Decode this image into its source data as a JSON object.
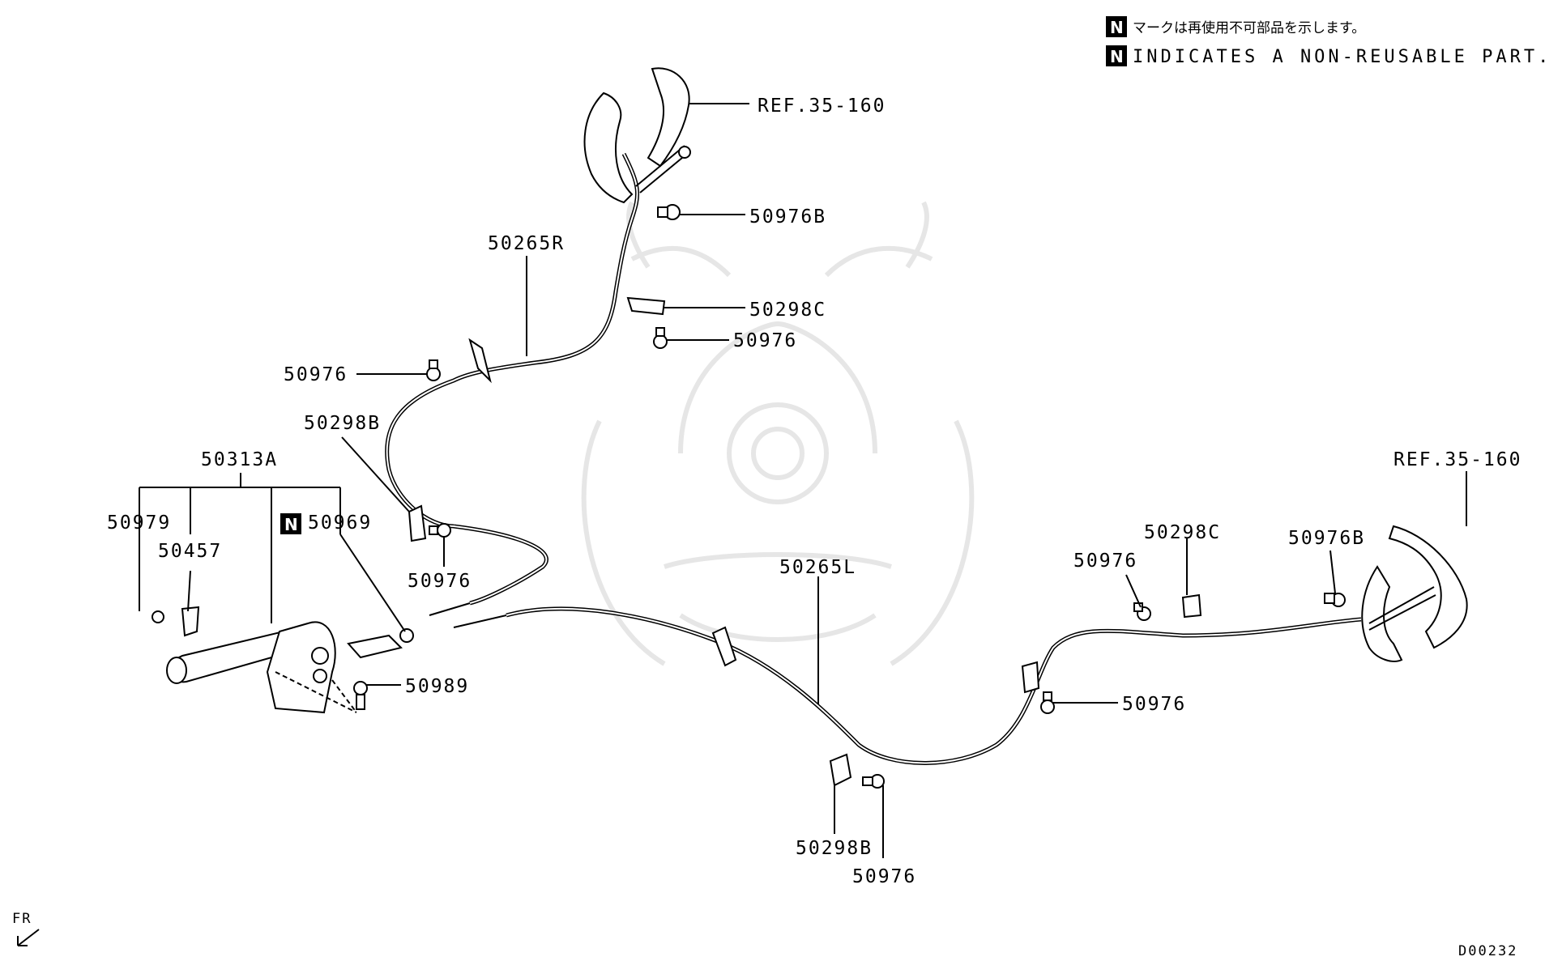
{
  "legend": {
    "badge": "N",
    "line_jp": "マークは再使用不可部品を示します。",
    "line_en": "INDICATES A NON-REUSABLE PART."
  },
  "labels": {
    "ref_top": "REF.35-160",
    "ref_right": "REF.35-160",
    "p50976B_top": "50976B",
    "p50265R": "50265R",
    "p50298C_top": "50298C",
    "p50976_top_right": "50976",
    "p50976_left_upper": "50976",
    "p50298B_left": "50298B",
    "p50313A": "50313A",
    "p50979": "50979",
    "p50457": "50457",
    "p50969_badge": "N",
    "p50969": "50969",
    "p50976_left_mid": "50976",
    "p50989": "50989",
    "p50265L": "50265L",
    "p50298C_right": "50298C",
    "p50976_right_upper": "50976",
    "p50976B_right": "50976B",
    "p50976_right_lower": "50976",
    "p50298B_bottom": "50298B",
    "p50976_bottom": "50976"
  },
  "direction": {
    "label": "FR"
  },
  "diagram_code": "D00232",
  "icons": [
    "non-reusable-badge-icon",
    "fr-arrow-icon",
    "watermark-emblem"
  ]
}
